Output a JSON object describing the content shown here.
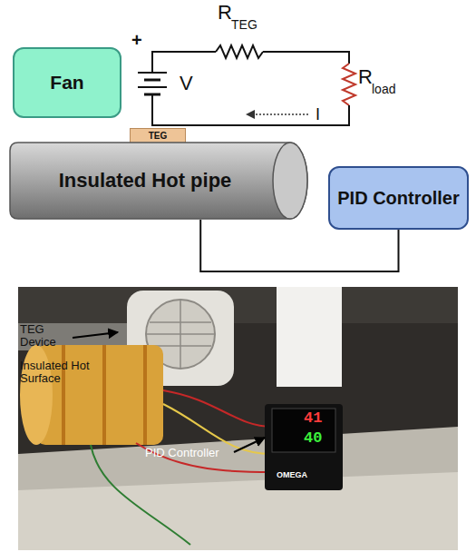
{
  "diagram": {
    "nodes": [
      {
        "text": [
          "Fan"
        ]
      },
      {
        "text": [
          "TEG"
        ]
      },
      {
        "text": [
          "Insulated Hot pipe"
        ]
      },
      {
        "text": [
          "PID Controller"
        ]
      }
    ],
    "edges": [
      {
        "from": 2,
        "to": 3,
        "arrow": "none"
      }
    ],
    "labels": [
      "+",
      "V",
      "R",
      "TEG",
      "R",
      "load",
      "I",
      "TEG Device",
      "Insulated Hot Surface",
      "PID Controller",
      "41",
      "40",
      "OMEGA"
    ]
  }
}
